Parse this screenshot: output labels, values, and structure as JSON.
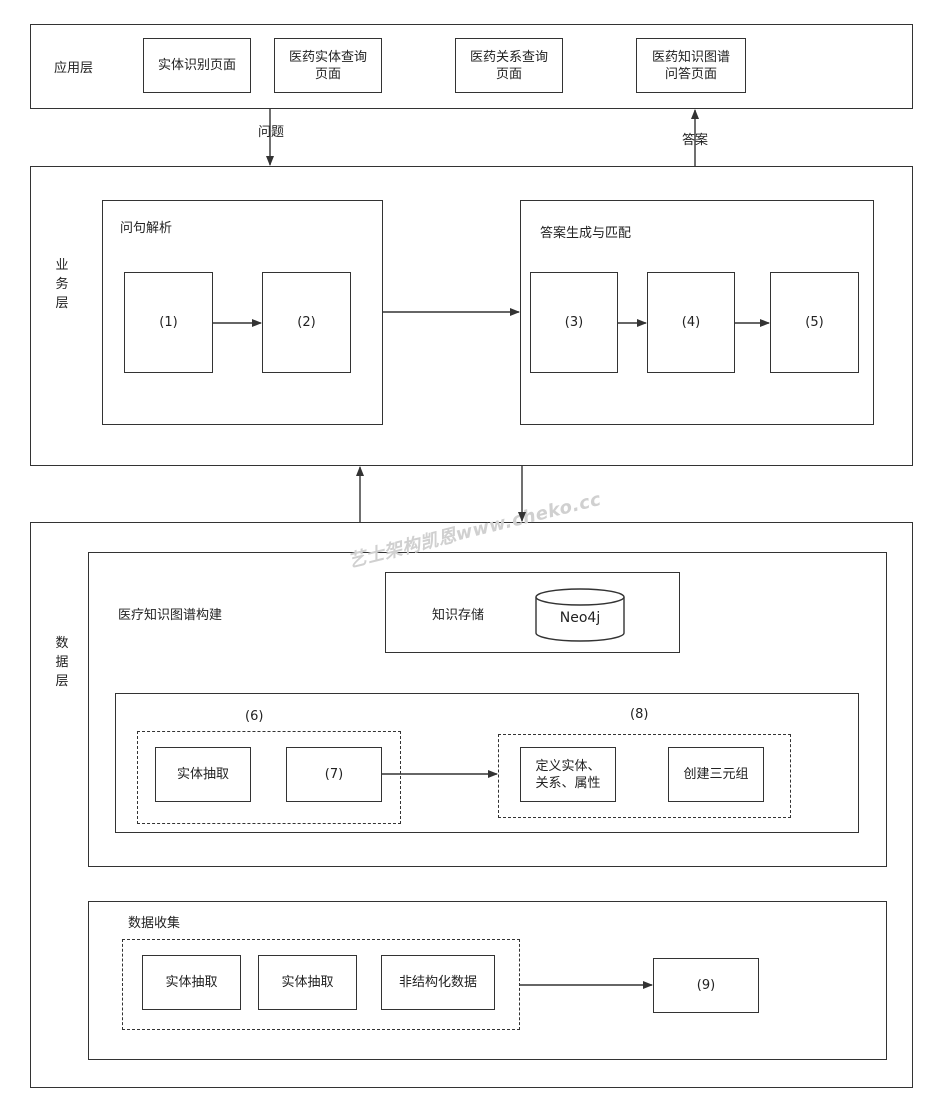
{
  "app_layer": {
    "title": "应用层",
    "pages": [
      "实体识别页面",
      "医药实体查询\n页面",
      "医药关系查询\n页面",
      "医药知识图谱\n问答页面"
    ]
  },
  "edges": {
    "question": "问题",
    "answer": "答案"
  },
  "business_layer": {
    "title": "业\n务\n层",
    "parse": {
      "title": "问句解析",
      "steps": [
        "(1)",
        "(2)"
      ]
    },
    "match": {
      "title": "答案生成与匹配",
      "steps": [
        "(3)",
        "(4)",
        "(5)"
      ]
    }
  },
  "data_layer": {
    "title": "数\n据\n层",
    "kg_build": {
      "title": "医疗知识图谱构建",
      "storage": {
        "title": "知识存储",
        "db": "Neo4j"
      },
      "group6": {
        "label": "(6)",
        "items": [
          "实体抽取",
          "(7)"
        ]
      },
      "group8": {
        "label": "(8)",
        "items": [
          "定义实体、\n关系、属性",
          "创建三元组"
        ]
      }
    },
    "collect": {
      "title": "数据收集",
      "items": [
        "实体抽取",
        "实体抽取",
        "非结构化数据"
      ],
      "output": "(9)"
    }
  },
  "watermark": "艺士架构凯恩www.cheko.cc",
  "colors": {
    "stroke": "#333333",
    "watermark": "#d0d0d0"
  }
}
